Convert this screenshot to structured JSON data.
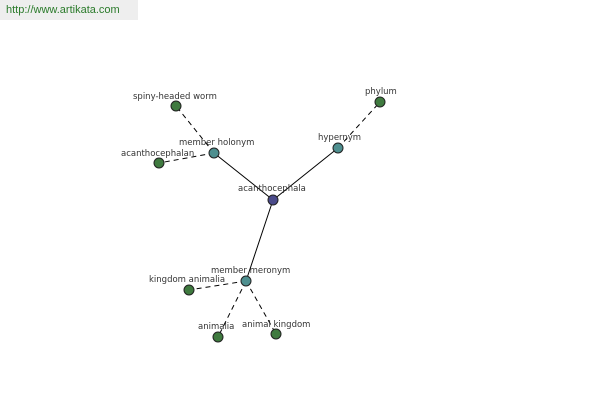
{
  "header": {
    "url_text": "http://www.artikata.com"
  },
  "colors": {
    "root_node": "#4a4a8a",
    "relation_node": "#4e8f8f",
    "leaf_node": "#3f7a3f",
    "url_bar_bg": "#eeeeee",
    "url_text": "#2a7a2a"
  },
  "graph": {
    "root": {
      "id": "acanthocephala",
      "label": "acanthocephala",
      "kind": "root"
    },
    "nodes": [
      {
        "id": "acanthocephala",
        "label": "acanthocephala",
        "kind": "root"
      },
      {
        "id": "member-holonym",
        "label": "member holonym",
        "kind": "relation"
      },
      {
        "id": "hypernym",
        "label": "hypernym",
        "kind": "relation"
      },
      {
        "id": "member-meronym",
        "label": "member meronym",
        "kind": "relation"
      },
      {
        "id": "spiny-headed-worm",
        "label": "spiny-headed worm",
        "kind": "leaf"
      },
      {
        "id": "acanthocephalan",
        "label": "acanthocephalan",
        "kind": "leaf"
      },
      {
        "id": "phylum",
        "label": "phylum",
        "kind": "leaf"
      },
      {
        "id": "kingdom-animalia",
        "label": "kingdom animalia",
        "kind": "leaf"
      },
      {
        "id": "animalia",
        "label": "animalia",
        "kind": "leaf"
      },
      {
        "id": "animal-kingdom",
        "label": "animal kingdom",
        "kind": "leaf"
      }
    ],
    "edges": [
      {
        "from": "acanthocephala",
        "to": "member-holonym",
        "style": "solid"
      },
      {
        "from": "acanthocephala",
        "to": "hypernym",
        "style": "solid"
      },
      {
        "from": "acanthocephala",
        "to": "member-meronym",
        "style": "solid"
      },
      {
        "from": "member-holonym",
        "to": "spiny-headed-worm",
        "style": "dashed"
      },
      {
        "from": "member-holonym",
        "to": "acanthocephalan",
        "style": "dashed"
      },
      {
        "from": "hypernym",
        "to": "phylum",
        "style": "dashed"
      },
      {
        "from": "member-meronym",
        "to": "kingdom-animalia",
        "style": "dashed"
      },
      {
        "from": "member-meronym",
        "to": "animalia",
        "style": "dashed"
      },
      {
        "from": "member-meronym",
        "to": "animal-kingdom",
        "style": "dashed"
      }
    ]
  }
}
